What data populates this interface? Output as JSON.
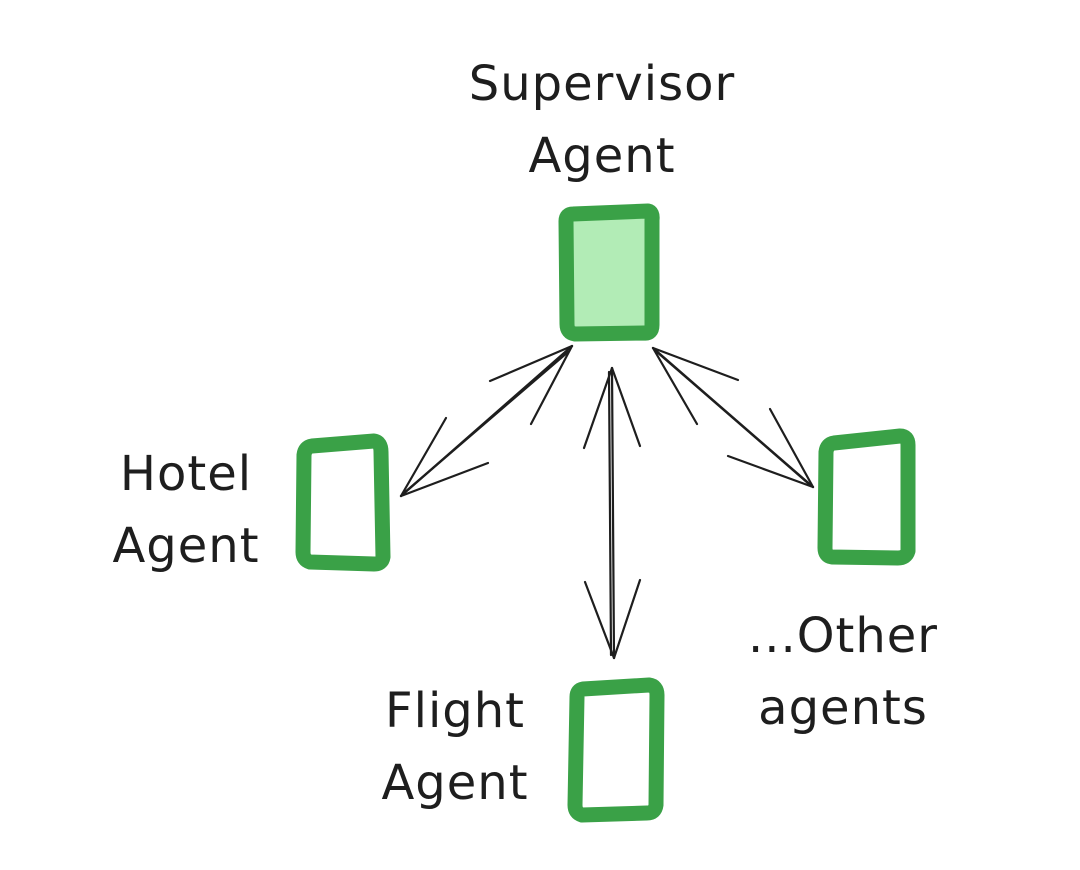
{
  "colors": {
    "node_stroke": "#3aa147",
    "supervisor_fill": "#b2ecb6",
    "agent_fill": "#ffffff",
    "text": "#1e1e1e",
    "arrow": "#1e1e1e",
    "background": "#ffffff"
  },
  "nodes": {
    "supervisor": {
      "line1": "Supervisor",
      "line2": "Agent"
    },
    "hotel": {
      "line1": "Hotel",
      "line2": "Agent"
    },
    "flight": {
      "line1": "Flight",
      "line2": "Agent"
    },
    "other": {
      "line1": "...Other",
      "line2": "agents"
    }
  }
}
